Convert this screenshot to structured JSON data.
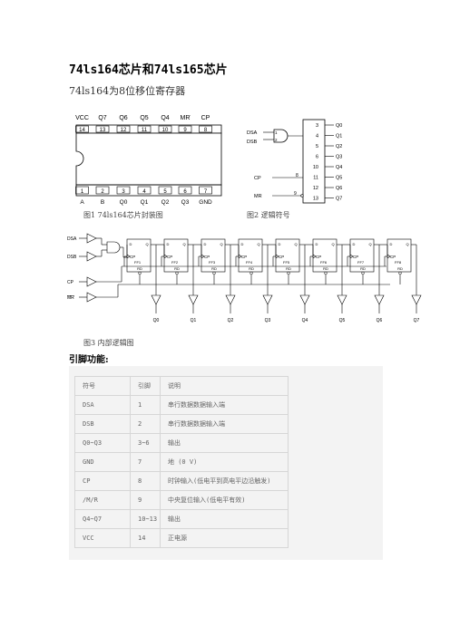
{
  "doc": {
    "title": "74ls164芯片和74ls165芯片",
    "subtitle": "74ls164为8位移位寄存器",
    "fig1_caption": "图1 74ls164芯片封装图",
    "fig2_caption": "图2 逻辑符号",
    "fig3_caption": "图3   内部逻辑图",
    "section_heading": "引脚功能:"
  },
  "package": {
    "top_pins": [
      {
        "name": "VCC",
        "num": "14"
      },
      {
        "name": "Q7",
        "num": "13"
      },
      {
        "name": "Q6",
        "num": "12"
      },
      {
        "name": "Q5",
        "num": "11"
      },
      {
        "name": "Q4",
        "num": "10"
      },
      {
        "name": "MR",
        "num": "9"
      },
      {
        "name": "CP",
        "num": "8"
      }
    ],
    "bottom_pins": [
      {
        "name": "A",
        "num": "1"
      },
      {
        "name": "B",
        "num": "2"
      },
      {
        "name": "Q0",
        "num": "3"
      },
      {
        "name": "Q1",
        "num": "4"
      },
      {
        "name": "Q2",
        "num": "5"
      },
      {
        "name": "Q3",
        "num": "6"
      },
      {
        "name": "GND",
        "num": "7"
      }
    ]
  },
  "logic_symbol": {
    "inputs": [
      "DSA",
      "DSB",
      "CP",
      "MR"
    ],
    "input_nums": [
      "1",
      "2",
      "8",
      "9"
    ],
    "output_nums": [
      "3",
      "4",
      "5",
      "6",
      "10",
      "11",
      "12",
      "13"
    ],
    "outputs": [
      "Q0",
      "Q1",
      "Q2",
      "Q3",
      "Q4",
      "Q5",
      "Q6",
      "Q7"
    ]
  },
  "internal": {
    "inputs": [
      "DSA",
      "DSB",
      "CP",
      "MR"
    ],
    "ff_names": [
      "FF1",
      "FF2",
      "FF3",
      "FF4",
      "FF5",
      "FF6",
      "FF7",
      "FF8"
    ],
    "ff_cp": "CP",
    "ff_rd": "RD",
    "ff_d": "D",
    "ff_q": "Q",
    "outputs": [
      "Q0",
      "Q1",
      "Q2",
      "Q3",
      "Q4",
      "Q5",
      "Q6",
      "Q7"
    ]
  },
  "table": {
    "headers": [
      "符号",
      "引脚",
      "说明"
    ],
    "rows": [
      [
        "DSA",
        "1",
        "串行数据数据输入端"
      ],
      [
        "DSB",
        "2",
        "串行数据数据输入端"
      ],
      [
        "Q0~Q3",
        "3~6",
        "输出"
      ],
      [
        "GND",
        "7",
        "地 (0 V)"
      ],
      [
        "CP",
        "8",
        "时钟输入(低电平到高电平边沿触发)"
      ],
      [
        "/M/R",
        "9",
        "中央复位输入(低电平有效)"
      ],
      [
        "Q4~Q7",
        "10~13",
        "输出"
      ],
      [
        "VCC",
        "14",
        "正电源"
      ]
    ]
  }
}
